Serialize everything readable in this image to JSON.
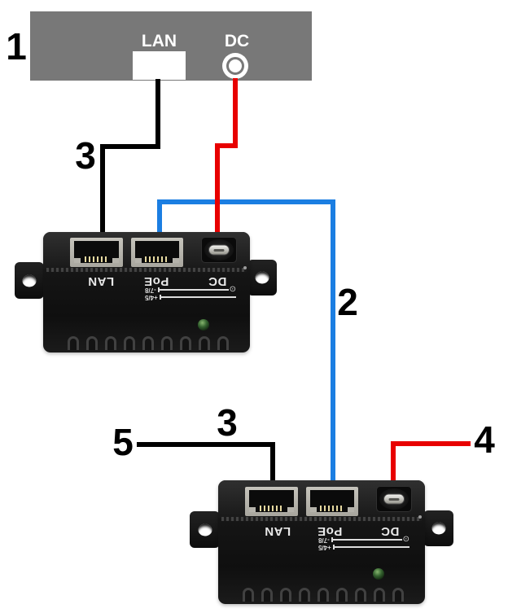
{
  "callouts": {
    "c1": "1",
    "c2": "2",
    "c3_top": "3",
    "c3_bottom": "3",
    "c4": "4",
    "c5": "5"
  },
  "top_device": {
    "lan_label": "LAN",
    "dc_label": "DC"
  },
  "injector": {
    "lan_label": "LAN",
    "poe_label": "PoE",
    "dc_label": "DC",
    "pin_row_top": "-7/8",
    "pin_row_bottom": "+4/5",
    "pin_symbol": "⊙"
  },
  "colors": {
    "cable_black": "#000000",
    "cable_red": "#e80000",
    "cable_blue": "#1b7ee2",
    "device_gray": "#787878"
  }
}
